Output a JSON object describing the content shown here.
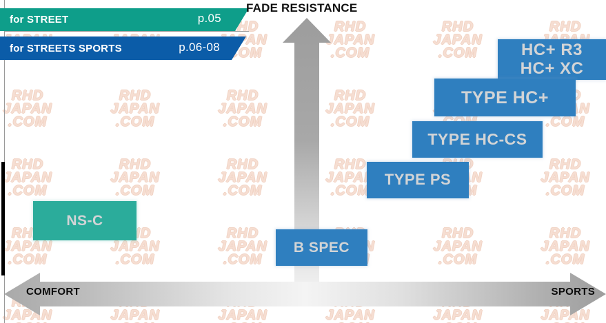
{
  "title": "FADE RESISTANCE",
  "axes": {
    "vertical_label": "FADE RESISTANCE",
    "horizontal_left_label": "COMFORT",
    "horizontal_right_label": "SPORTS"
  },
  "banners": [
    {
      "label": "for STREET",
      "page": "p.05",
      "color": "#0e9e8a"
    },
    {
      "label": "for STREETS SPORTS",
      "page": "p.06-08",
      "color": "#0b5ca8"
    }
  ],
  "products": [
    {
      "name": "HC+ R3\nHC+ XC",
      "line1": "HC+ R3",
      "line2": "HC+ XC",
      "color": "#2f7fbf"
    },
    {
      "name": "TYPE HC+",
      "line1": "TYPE HC+",
      "line2": "",
      "color": "#2f7fbf"
    },
    {
      "name": "TYPE HC-CS",
      "line1": "TYPE HC-CS",
      "line2": "",
      "color": "#2f7fbf"
    },
    {
      "name": "TYPE PS",
      "line1": "TYPE PS",
      "line2": "",
      "color": "#2f7fbf"
    },
    {
      "name": "B SPEC",
      "line1": "B SPEC",
      "line2": "",
      "color": "#2f7fbf"
    },
    {
      "name": "NS-C",
      "line1": "NS-C",
      "line2": "",
      "color": "#2bac9b"
    }
  ],
  "watermark": {
    "line1": "RHD",
    "line2": "JAPAN",
    "line3": ".COM"
  },
  "chart_data": {
    "type": "scatter",
    "title": "FADE RESISTANCE",
    "xlabel": "COMFORT ↔ SPORTS",
    "ylabel": "FADE RESISTANCE",
    "grid": false,
    "legend": "none",
    "xlim": [
      0,
      100
    ],
    "ylim": [
      0,
      100
    ],
    "points": [
      {
        "label": "NS-C",
        "x": 14,
        "y": 22,
        "color": "#2bac9b"
      },
      {
        "label": "B SPEC",
        "x": 53,
        "y": 13,
        "color": "#2f7fbf"
      },
      {
        "label": "TYPE PS",
        "x": 69,
        "y": 40,
        "color": "#2f7fbf"
      },
      {
        "label": "TYPE HC-CS",
        "x": 79,
        "y": 54,
        "color": "#2f7fbf"
      },
      {
        "label": "TYPE HC+",
        "x": 84,
        "y": 68,
        "color": "#2f7fbf"
      },
      {
        "label": "HC+ R3 / HC+ XC",
        "x": 91,
        "y": 82,
        "color": "#2f7fbf"
      }
    ]
  }
}
